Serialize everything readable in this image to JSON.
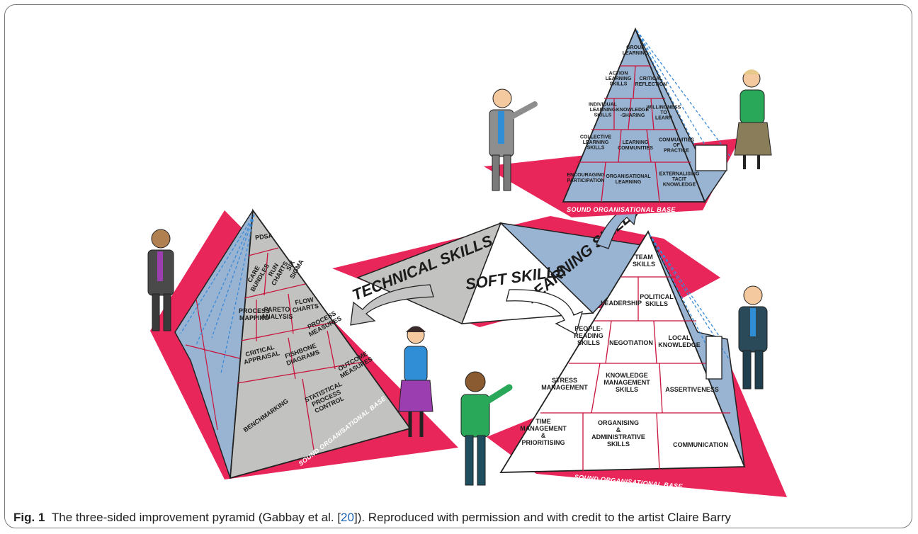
{
  "colors": {
    "base_pink": "#e8265a",
    "blue_pyramid": "#98b4d2",
    "grey_pyramid": "#c2c2c0",
    "white_pyramid": "#ffffff",
    "grid_line": "#c8143c",
    "arrow_grey": "#c4c4c4",
    "arrow_blue": "#98b4d2"
  },
  "center": {
    "technical_skills": "TECHNICAL SKILLS",
    "soft_skills": "SOFT SKILLS",
    "learning_skills": "LEARNING SKILLS"
  },
  "base_label": "SOUND ORGANISATIONAL BASE",
  "technical_pyramid": {
    "cells": {
      "pdsa": "PDSA",
      "care_bundles": "CARE BUNDLES",
      "run_charts": "RUN CHARTS",
      "six_sigma": "SIX SIGMA",
      "process_mapping": "PROCESS MAPPING",
      "pareto_analysis": "PARETO ANALYSIS",
      "flow_charts": "FLOW CHARTS",
      "process_measures": "PROCESS MEASURES",
      "critical_appraisal": "CRITICAL APPRAISAL",
      "fishbone_diagrams": "FISHBONE DIAGRAMS",
      "outcome_measures": "OUTCOME MEASURES",
      "benchmarking": "BENCHMARKING",
      "statistical_process_control": "STATISTICAL PROCESS CONTROL"
    }
  },
  "learning_pyramid": {
    "cells": {
      "group_learning": "GROUP LEARNING",
      "action_learning_skills": "ACTION LEARNING SKILLS",
      "critical_reflection": "CRITICAL REFLECTION",
      "individual_learning_skills": "INDIVIDUAL LEARNING SKILLS",
      "knowledge_sharing": "KNOWLEDGE -SHARING",
      "willingness_to_learn": "WILLINGNESS TO LEARN",
      "collective_learning_skills": "COLLECTIVE LEARNING SKILLS",
      "learning_communities": "LEARNING COMMUNITIES",
      "communities_of_practice": "COMMUNITIES OF PRACTICE",
      "encouraging_participation": "ENCOURAGING PARTICIPATION",
      "organisational_learning": "ORGANISATIONAL LEARNING",
      "externalising_tacit_knowledge": "EXTERNALISING TACIT KNOWLEDGE"
    }
  },
  "soft_pyramid": {
    "cells": {
      "team_skills": "TEAM SKILLS",
      "leadership": "LEADERSHIP",
      "political_skills": "POLITICAL SKILLS",
      "people_reading_skills": "PEOPLE- READING SKILLS",
      "negotiation": "NEGOTIATION",
      "local_knowledge": "LOCAL KNOWLEDGE",
      "stress_management": "STRESS MANAGEMENT",
      "knowledge_management_skills": "KNOWLEDGE MANAGEMENT SKILLS",
      "assertiveness": "ASSERTIVENESS",
      "time_management": "TIME MANAGEMENT & PRIORITISING",
      "organising_administrative": "ORGANISING & ADMINISTRATIVE SKILLS",
      "communication": "COMMUNICATION"
    }
  },
  "caption": {
    "label": "Fig. 1",
    "text_before_ref": "The three-sided improvement pyramid (Gabbay et al. [",
    "ref": "20",
    "text_after_ref": "]). Reproduced with permission and with credit to the artist Claire Barry"
  }
}
